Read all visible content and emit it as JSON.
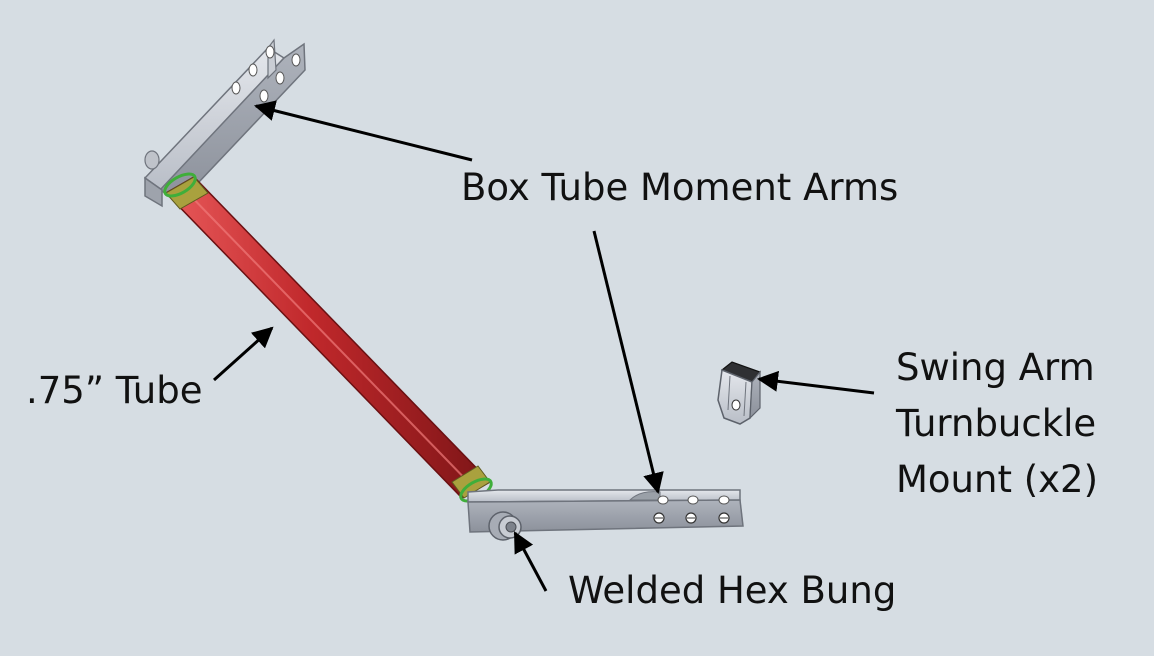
{
  "labels": {
    "box_tube_moment_arms": "Box Tube Moment Arms",
    "tube": ".75” Tube",
    "swing_arm_line1": "Swing Arm",
    "swing_arm_line2": "Turnbuckle",
    "swing_arm_line3": "Mount (x2)",
    "welded_hex_bung": "Welded Hex Bung"
  },
  "colors": {
    "background": "#d6dde3",
    "tube_red": "#c0282b",
    "metal_gray": "#b4b9c2",
    "collar_green": "#3fae3a",
    "collar_olive": "#a9a13e",
    "arrow_black": "#000000"
  }
}
